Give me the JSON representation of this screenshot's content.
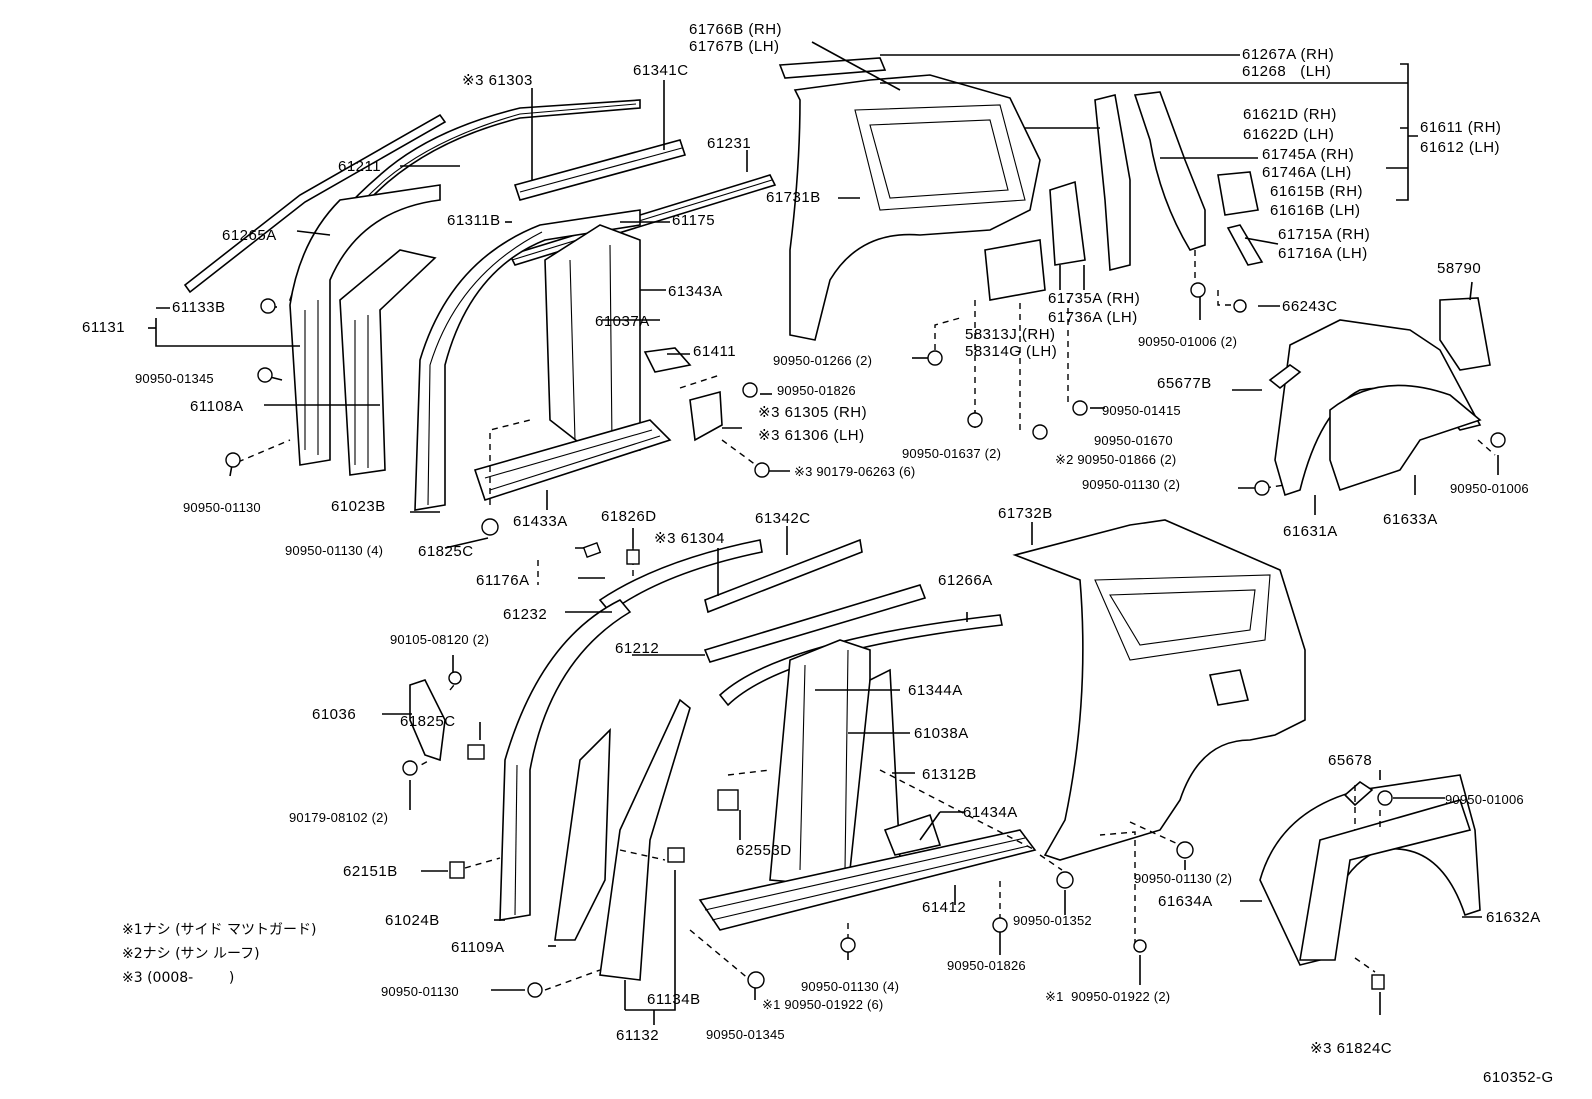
{
  "diagram": {
    "figure_id": "610352-G",
    "notes": [
      "※1ナシ (サイド マツトガード)",
      "※2ナシ (サン ルーフ)",
      "※3 (0008-        )"
    ],
    "labels": {
      "l61766B": "61766B (RH)",
      "l61767B": "61767B (LH)",
      "l61303": "※3 61303",
      "l61341C": "61341C",
      "l61211": "61211",
      "l61231": "61231",
      "l61265A": "61265A",
      "l61311B": "61311B",
      "l61175": "61175",
      "l61343A": "61343A",
      "l61037A": "61037A",
      "l61133B": "61133B",
      "l61131": "61131",
      "l61411": "61411",
      "l90950_01345a": "90950-01345",
      "l61108A": "61108A",
      "l90950_01826a": "90950-01826",
      "l61305": "※3 61305 (RH)",
      "l61306": "※3 61306 (LH)",
      "l90179_06263": "※3 90179-06263 (6)",
      "l90950_01130a": "90950-01130",
      "l61023B": "61023B",
      "l61433A": "61433A",
      "l90950_01130_4a": "90950-01130 (4)",
      "l61267A": "61267A (RH)",
      "l61268": "61268   (LH)",
      "l61621D": "61621D (RH)",
      "l61622D": "61622D (LH)",
      "l61611": "61611 (RH)",
      "l61612": "61612 (LH)",
      "l61745A": "61745A (RH)",
      "l61746A": "61746A (LH)",
      "l61615B": "61615B (RH)",
      "l61616B": "61616B (LH)",
      "l61715A": "61715A (RH)",
      "l61716A": "61716A (LH)",
      "l61731B": "61731B",
      "l61735A": "61735A (RH)",
      "l61736A": "61736A (LH)",
      "l58313J": "58313J (RH)",
      "l58314G": "58314G (LH)",
      "l90950_01266": "90950-01266 (2)",
      "l90950_01006_2": "90950-01006 (2)",
      "l66243C": "66243C",
      "l58790": "58790",
      "l65677B": "65677B",
      "l90950_01415": "90950-01415",
      "l90950_01637": "90950-01637 (2)",
      "l90950_01670": "90950-01670",
      "l90950_01866": "※2 90950-01866 (2)",
      "l90950_01130_2a": "90950-01130 (2)",
      "l90950_01006a": "90950-01006",
      "l61631A": "61631A",
      "l61633A": "61633A",
      "l61826D": "61826D",
      "l61825Ca": "61825C",
      "l61304": "※3 61304",
      "l61342C": "61342C",
      "l61176A": "61176A",
      "l61232": "61232",
      "l61266A": "61266A",
      "l61732B": "61732B",
      "l61212": "61212",
      "l90105_08120": "90105-08120 (2)",
      "l61036": "61036",
      "l61825Cb": "61825C",
      "l61344A": "61344A",
      "l61038A": "61038A",
      "l61312B": "61312B",
      "l90179_08102": "90179-08102 (2)",
      "l62553D": "62553D",
      "l61434A": "61434A",
      "l62151B": "62151B",
      "l61024B": "61024B",
      "l61109A": "61109A",
      "l90950_01130b": "90950-01130",
      "l61134B": "61134B",
      "l61132": "61132",
      "l90950_01345b": "90950-01345",
      "l90950_01130_4b": "90950-01130 (4)",
      "l90950_01922_6": "※1 90950-01922 (6)",
      "l61412": "61412",
      "l90950_01352": "90950-01352",
      "l90950_01826b": "90950-01826",
      "l90950_01922_2": "※1  90950-01922 (2)",
      "l90950_01130_2b": "90950-01130 (2)",
      "l61634A": "61634A",
      "l65678": "65678",
      "l90950_01006b": "90950-01006",
      "l61632A": "61632A",
      "l61824C": "※3 61824C"
    }
  }
}
